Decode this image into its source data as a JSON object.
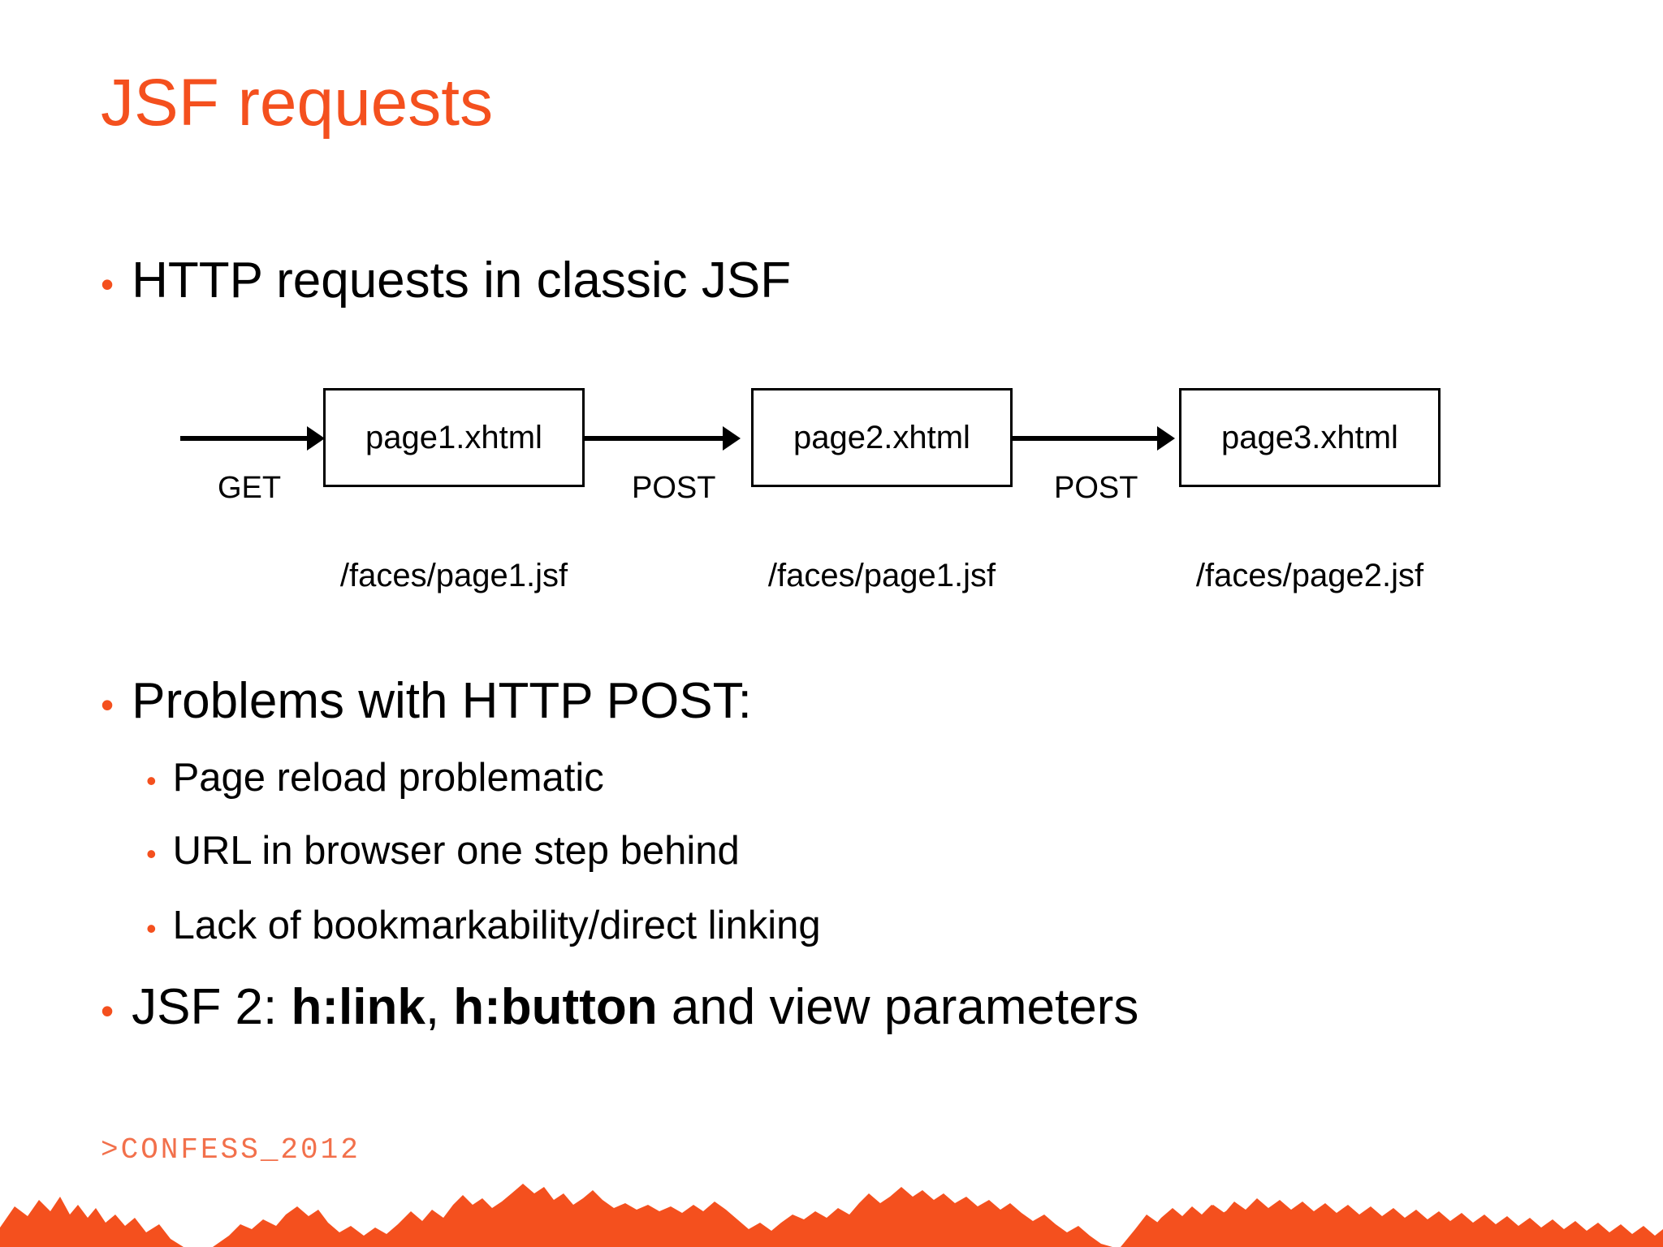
{
  "slide": {
    "title": "JSF requests",
    "accent_color": "#F4501E",
    "footer_color": "#F2704B",
    "background": "#ffffff"
  },
  "bullets": [
    {
      "level": 1,
      "marker": "•",
      "text": "HTTP requests in classic JSF"
    },
    {
      "level": 1,
      "marker": "•",
      "text": "Problems with HTTP POST:"
    },
    {
      "level": 2,
      "marker": "•",
      "text": "Page reload problematic"
    },
    {
      "level": 2,
      "marker": "•",
      "text": "URL in browser one step behind"
    },
    {
      "level": 2,
      "marker": "•",
      "text": "Lack of bookmarkability/direct linking"
    }
  ],
  "final_bullet": {
    "level": 1,
    "marker": "•",
    "prefix": "JSF 2: ",
    "code1": "h:link",
    "separator": ", ",
    "code2": "h:button",
    "suffix": " and view parameters"
  },
  "diagram": {
    "type": "flow",
    "nodes": [
      {
        "id": "box1",
        "label": "page1.xhtml"
      },
      {
        "id": "box2",
        "label": "page2.xhtml"
      },
      {
        "id": "box3",
        "label": "page3.xhtml"
      }
    ],
    "edges": [
      {
        "id": "edge0",
        "label": "GET",
        "from": "",
        "to": "box1"
      },
      {
        "id": "edge1",
        "label": "POST",
        "from": "box1",
        "to": "box2"
      },
      {
        "id": "edge2",
        "label": "POST",
        "from": "box2",
        "to": "box3"
      }
    ],
    "captions": [
      {
        "id": "caption1",
        "text": "/faces/page1.jsf"
      },
      {
        "id": "caption2",
        "text": "/faces/page1.jsf"
      },
      {
        "id": "caption3",
        "text": "/faces/page2.jsf"
      }
    ]
  },
  "footer": {
    "logo_text": ">CONFESS_2012",
    "decoration": "mountain-range-silhouette"
  }
}
